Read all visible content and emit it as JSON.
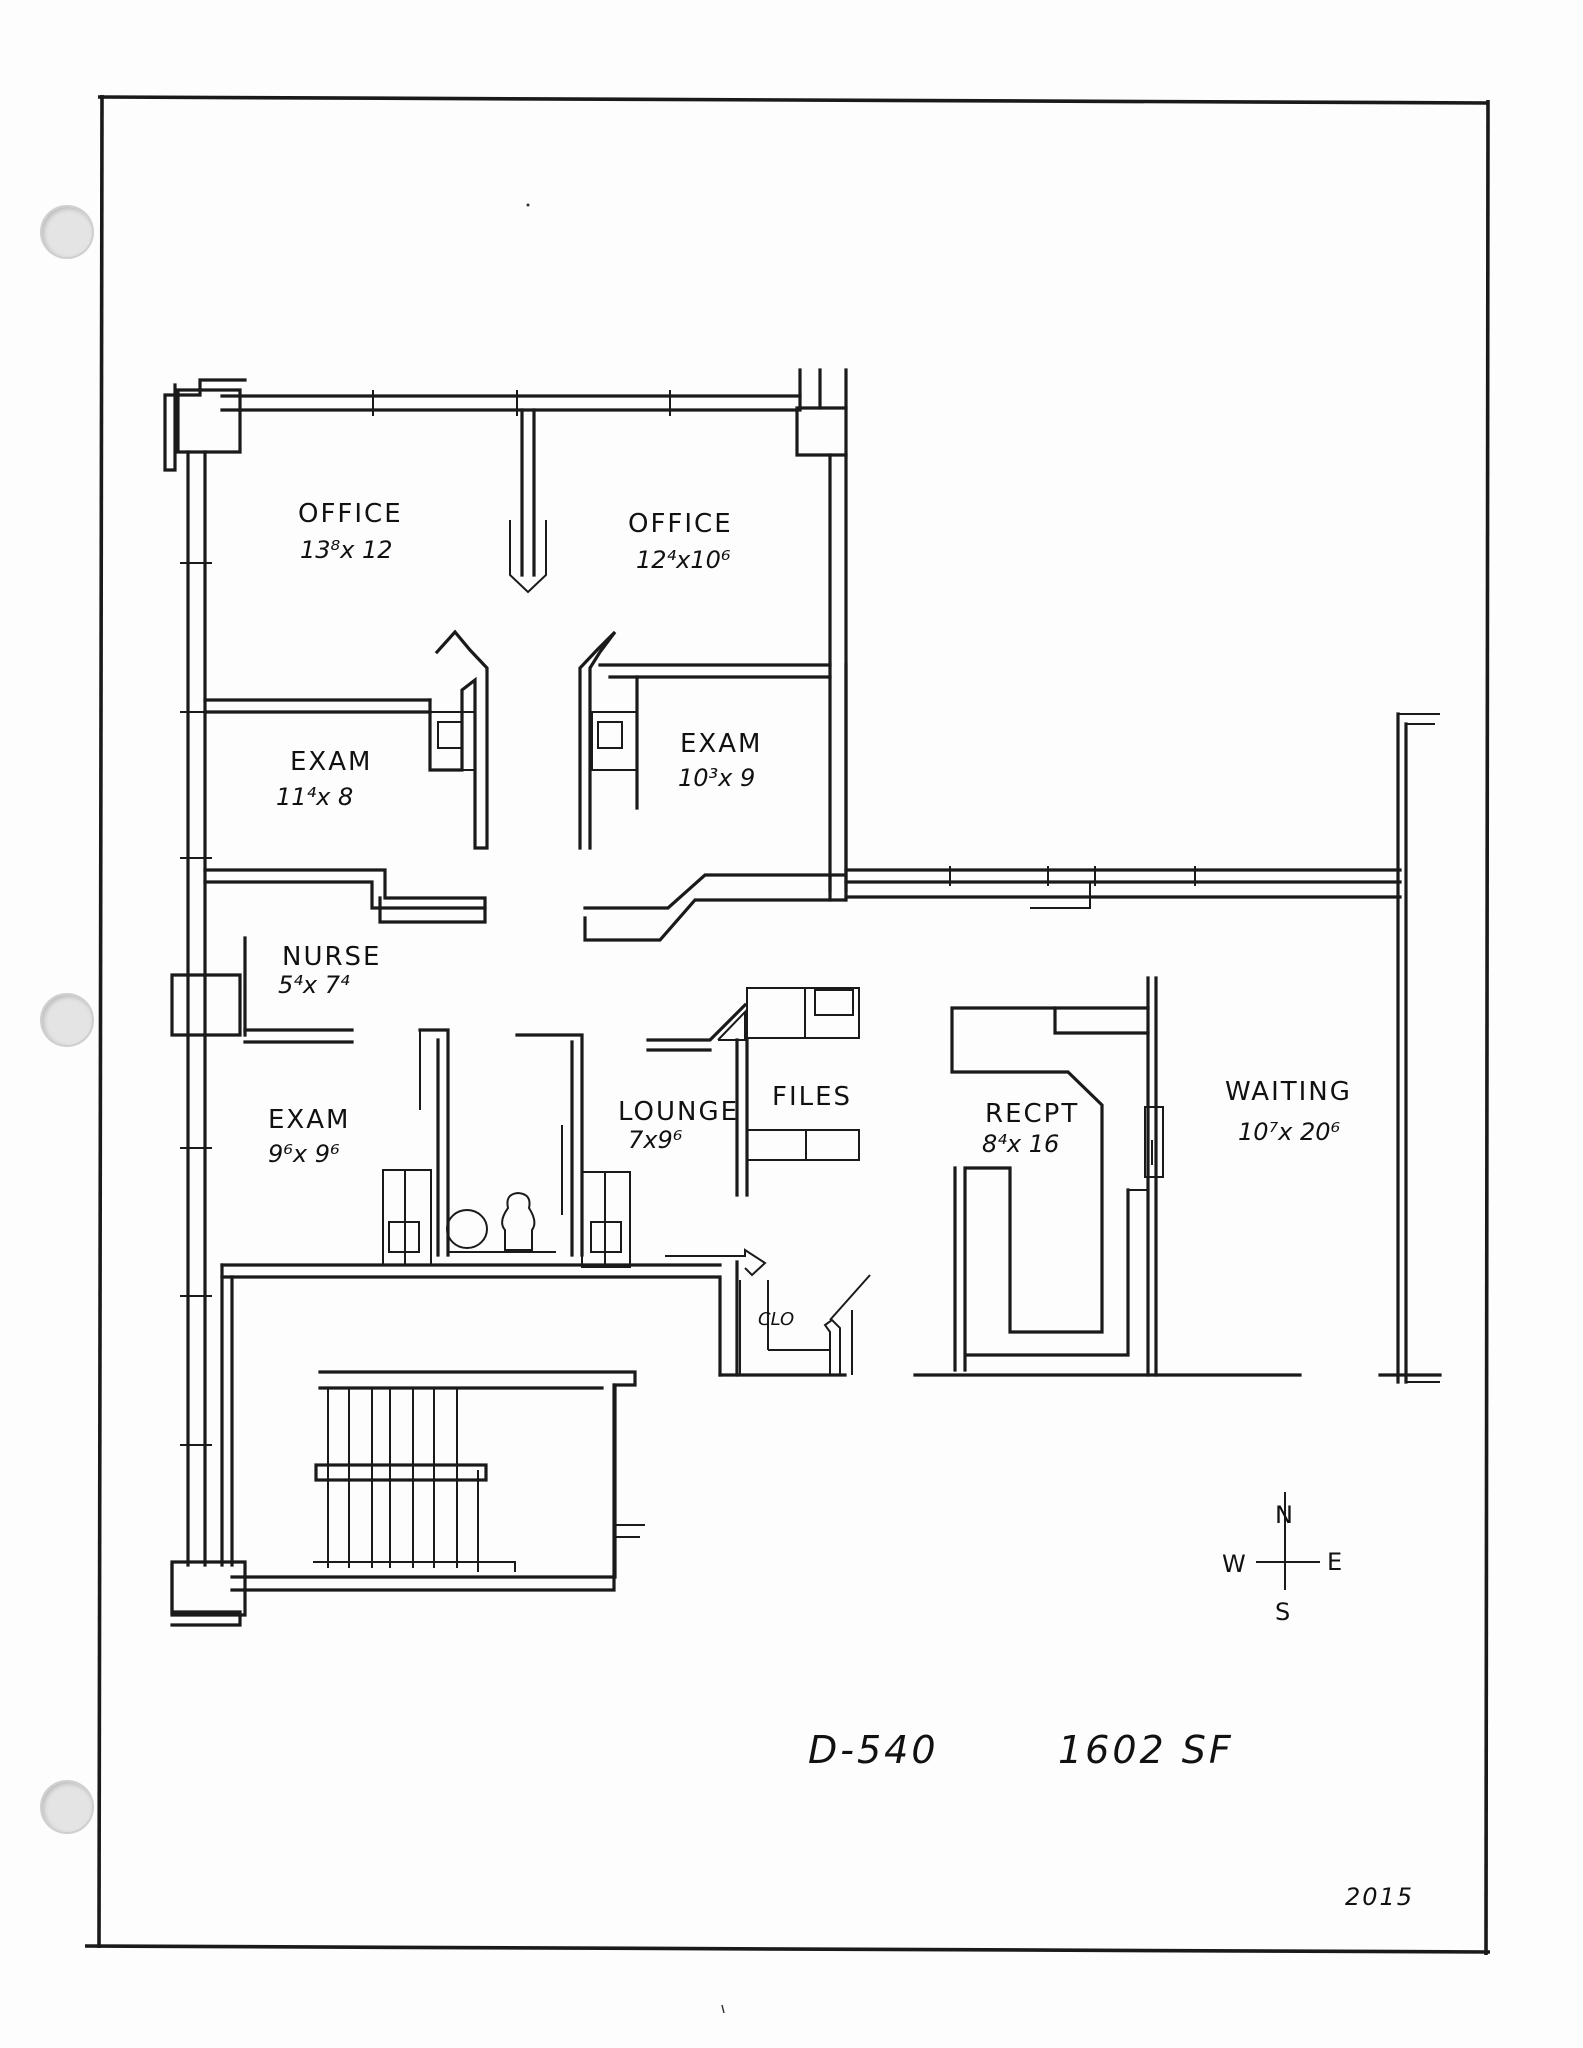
{
  "drawing": {
    "unit_id": "D-540",
    "area": "1602 SF",
    "year": "2015"
  },
  "rooms": [
    {
      "id": "office-nw",
      "name": "OFFICE",
      "size": "13⁸x 12"
    },
    {
      "id": "office-ne",
      "name": "OFFICE",
      "size": "12⁴x10⁶"
    },
    {
      "id": "exam-1",
      "name": "EXAM",
      "size": "11⁴x 8"
    },
    {
      "id": "exam-2",
      "name": "EXAM",
      "size": "10³x 9"
    },
    {
      "id": "nurse",
      "name": "NURSE",
      "size": "5⁴x 7⁴"
    },
    {
      "id": "exam-3",
      "name": "EXAM",
      "size": "9⁶x 9⁶"
    },
    {
      "id": "lounge",
      "name": "LOUNGE",
      "size": "7x9⁶"
    },
    {
      "id": "files",
      "name": "FILES",
      "size": ""
    },
    {
      "id": "recpt",
      "name": "RECPT",
      "size": "8⁴x 16"
    },
    {
      "id": "waiting",
      "name": "WAITING",
      "size": "10⁷x 20⁶"
    },
    {
      "id": "closet",
      "name": "CLO",
      "size": ""
    }
  ],
  "compass": {
    "north": "N",
    "south": "S",
    "east": "E",
    "west": "W"
  },
  "colors": {
    "ink": "#1a1a1a",
    "paper": "#fdfdfd"
  }
}
